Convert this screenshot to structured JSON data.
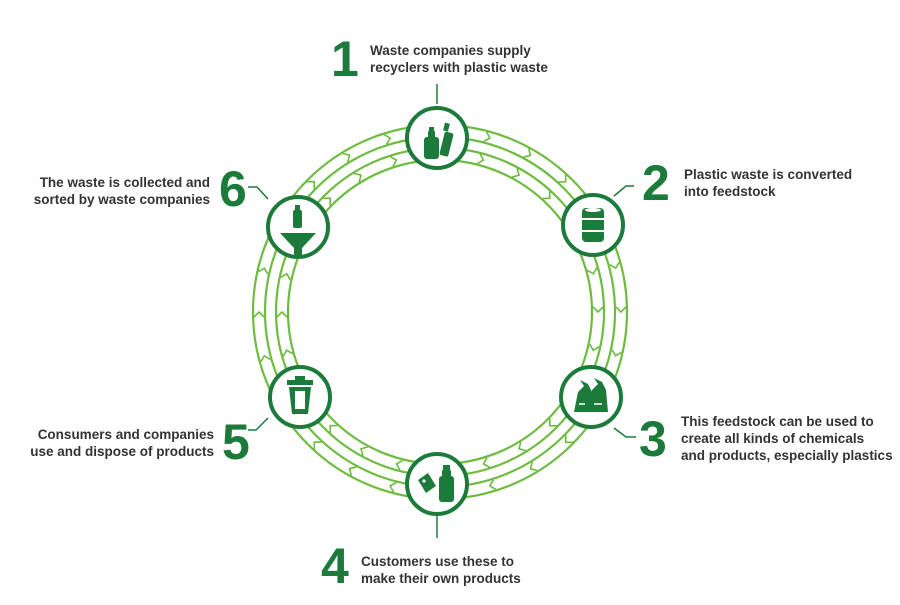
{
  "colors": {
    "primary_green": "#1c7a3a",
    "ring_green": "#6dbb3f",
    "text": "#333333"
  },
  "steps": [
    {
      "number": "1",
      "lines": [
        "Waste companies supply",
        "recyclers with plastic waste"
      ],
      "icon": "bottles-icon"
    },
    {
      "number": "2",
      "lines": [
        "Plastic waste is converted",
        "into feedstock"
      ],
      "icon": "barrel-icon"
    },
    {
      "number": "3",
      "lines": [
        "This feedstock can be used to",
        "create all kinds of chemicals",
        "and products, especially plastics"
      ],
      "icon": "bags-icon"
    },
    {
      "number": "4",
      "lines": [
        "Customers use these to",
        "make their own products"
      ],
      "icon": "bottle-tag-icon"
    },
    {
      "number": "5",
      "lines": [
        "Consumers and companies",
        "use and dispose of products"
      ],
      "icon": "trash-bin-icon"
    },
    {
      "number": "6",
      "lines": [
        "The waste is collected and",
        "sorted by waste companies"
      ],
      "icon": "funnel-bottle-icon"
    }
  ]
}
